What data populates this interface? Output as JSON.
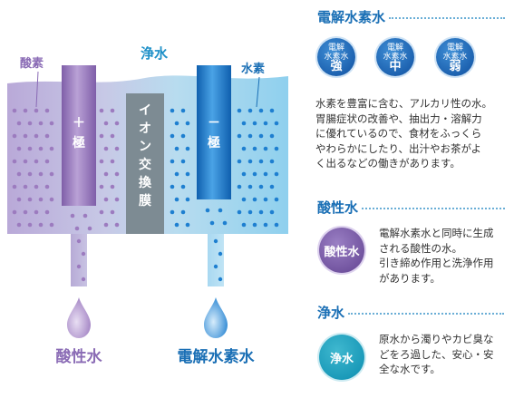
{
  "diagram": {
    "top_label_purified": "浄水",
    "left_label_oxygen": "酸素",
    "right_label_hydrogen": "水素",
    "electrode_plus_label": "＋極",
    "electrode_minus_label": "－極",
    "membrane_label": "イオン交換膜",
    "bottom_left_label": "酸性水",
    "bottom_right_label": "電解水素水",
    "colors": {
      "purple": "#9c7bbf",
      "blue": "#1e7fd0",
      "membrane": "#7d8b93",
      "accent": "#1a6fb5"
    }
  },
  "panel": {
    "section1": {
      "title": "電解水素水",
      "badges": [
        {
          "line1": "電解",
          "line2": "水素水",
          "level": "強"
        },
        {
          "line1": "電解",
          "line2": "水素水",
          "level": "中"
        },
        {
          "line1": "電解",
          "line2": "水素水",
          "level": "弱"
        }
      ],
      "lines": [
        "水素を豊富に含む、アルカリ性の水。",
        "胃腸症状の改善や、抽出力・溶解力",
        "に優れているので、食材をふっくら",
        "やわらかにしたり、出汁やお茶がよ",
        "く出るなどの働きがあります。"
      ]
    },
    "section2": {
      "title": "酸性水",
      "circle_label": "酸性水",
      "lines": [
        "電解水素水と同時に生成",
        "される酸性の水。",
        "引き締め作用と洗浄作用",
        "があります。"
      ]
    },
    "section3": {
      "title": "浄水",
      "circle_label": "浄水",
      "lines": [
        "原水から濁りやカビ臭な",
        "どをろ過した、安心・安",
        "全な水です。"
      ]
    }
  }
}
